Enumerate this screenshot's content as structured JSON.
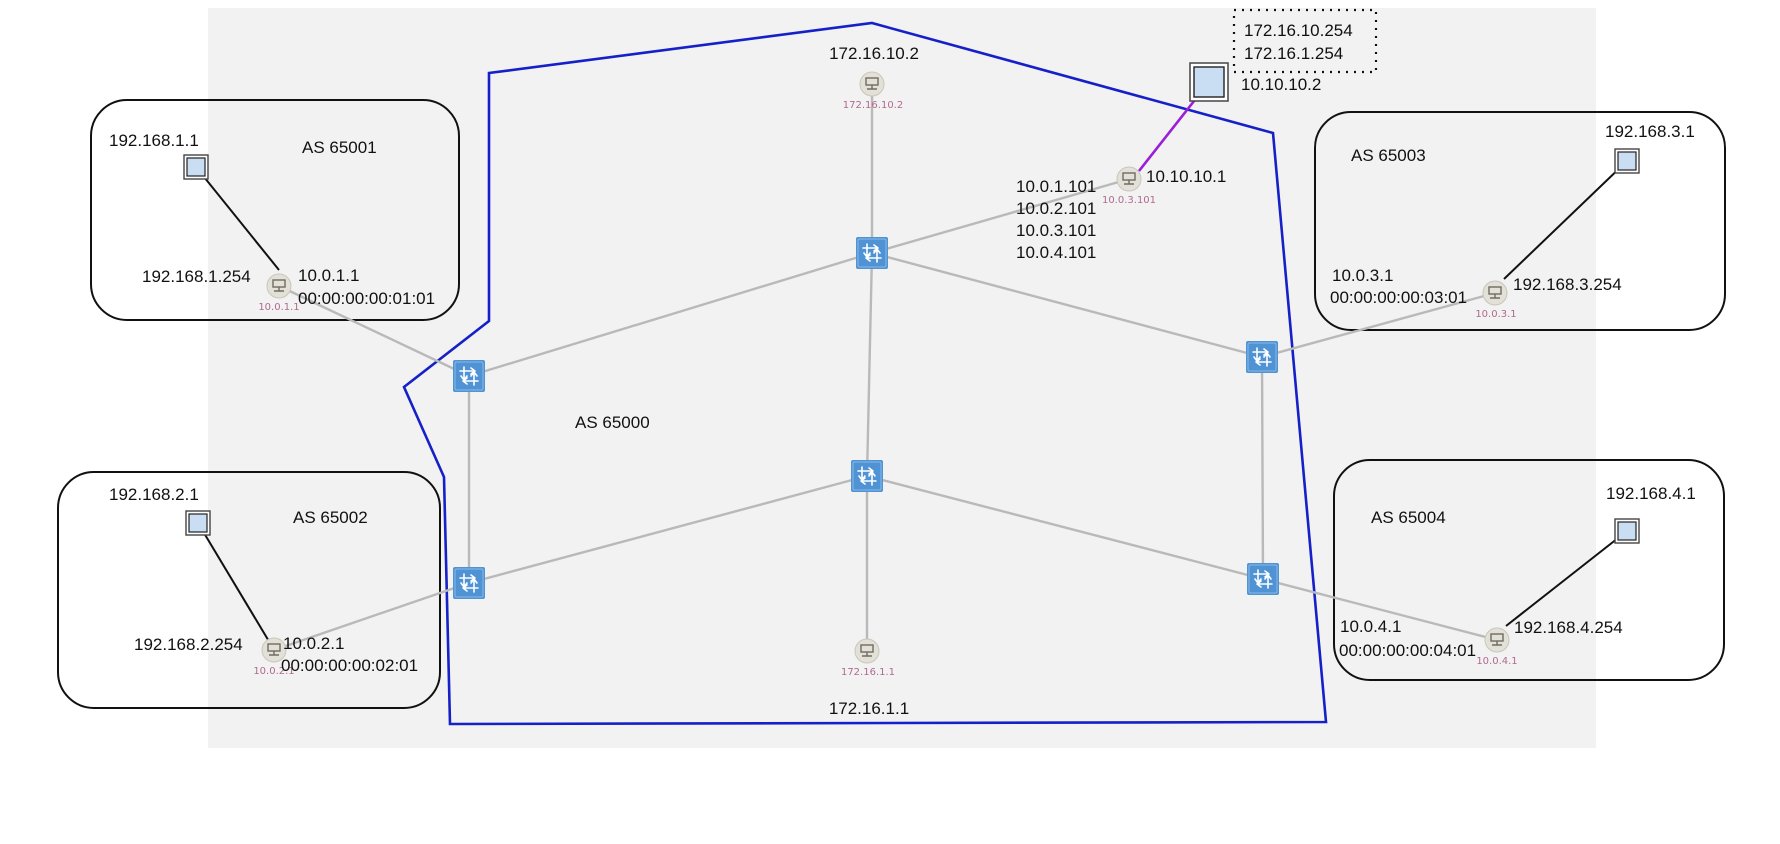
{
  "colors": {
    "background_panel": "#f2f2f2",
    "as_boundary": "#1520c8",
    "link": "#b9b9b9",
    "controller_link": "#9b1fd6",
    "switch": "#4f93d4",
    "small_node_label": "#b06a8e"
  },
  "as_labels": {
    "core": "AS 65000",
    "as1": "AS 65001",
    "as2": "AS 65002",
    "as3": "AS 65003",
    "as4": "AS 65004"
  },
  "switch_icon": "sdn-switch-icon",
  "router_icon": "router-node-icon",
  "host_icon": "host-square-icon",
  "nodes": {
    "top_router": {
      "ip": "172.16.10.2",
      "small": "172.16.10.2"
    },
    "bottom_router": {
      "ip": "172.16.1.1",
      "small": "172.16.1.1"
    },
    "controller_router": {
      "ip": "10.10.10.1",
      "small": "10.0.3.101",
      "addresses": [
        "10.0.1.101",
        "10.0.2.101",
        "10.0.3.101",
        "10.0.4.101"
      ]
    },
    "controller_host": {
      "ip": "10.10.10.2",
      "box_lines": [
        "172.16.10.254",
        "172.16.1.254"
      ]
    },
    "as1": {
      "host": "192.168.1.1",
      "gw": "192.168.1.254",
      "ip": "10.0.1.1",
      "mac": "00:00:00:00:01:01",
      "small": "10.0.1.1"
    },
    "as2": {
      "host": "192.168.2.1",
      "gw": "192.168.2.254",
      "ip": "10.0.2.1",
      "mac": "00:00:00:00:02:01",
      "small": "10.0.2.1"
    },
    "as3": {
      "host": "192.168.3.1",
      "gw": "192.168.3.254",
      "ip": "10.0.3.1",
      "mac": "00:00:00:00:03:01",
      "small": "10.0.3.1"
    },
    "as4": {
      "host": "192.168.4.1",
      "gw": "192.168.4.254",
      "ip": "10.0.4.1",
      "mac": "00:00:00:00:04:01",
      "small": "10.0.4.1"
    }
  }
}
